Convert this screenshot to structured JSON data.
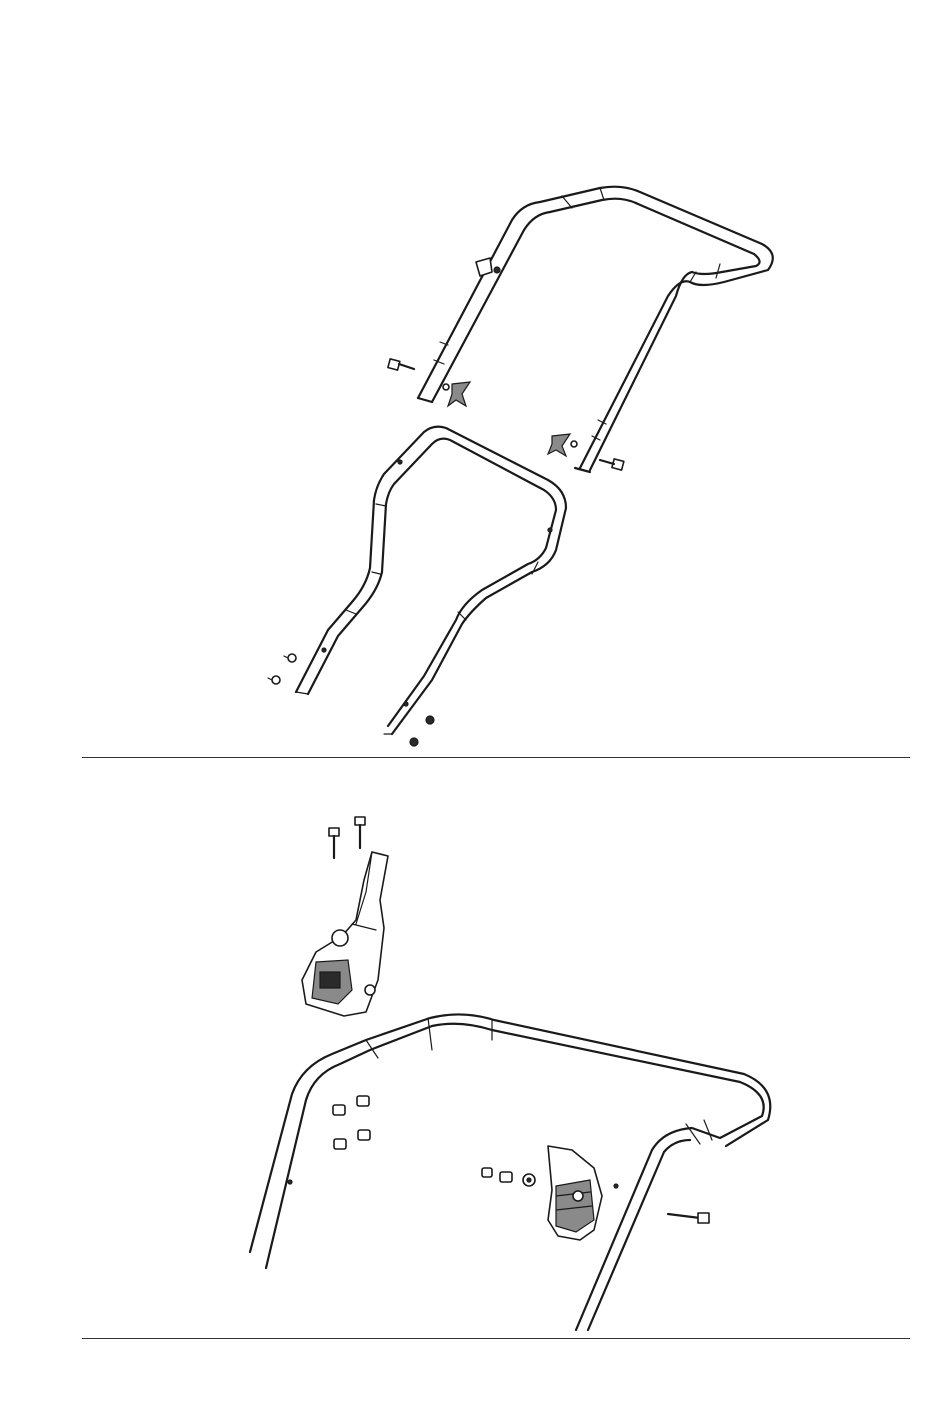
{
  "figures": [
    {
      "id": "figure-upper",
      "subject": "handle-assembly-exploded"
    },
    {
      "id": "figure-lower",
      "subject": "handle-bracket-attachment"
    }
  ],
  "rules": 2
}
